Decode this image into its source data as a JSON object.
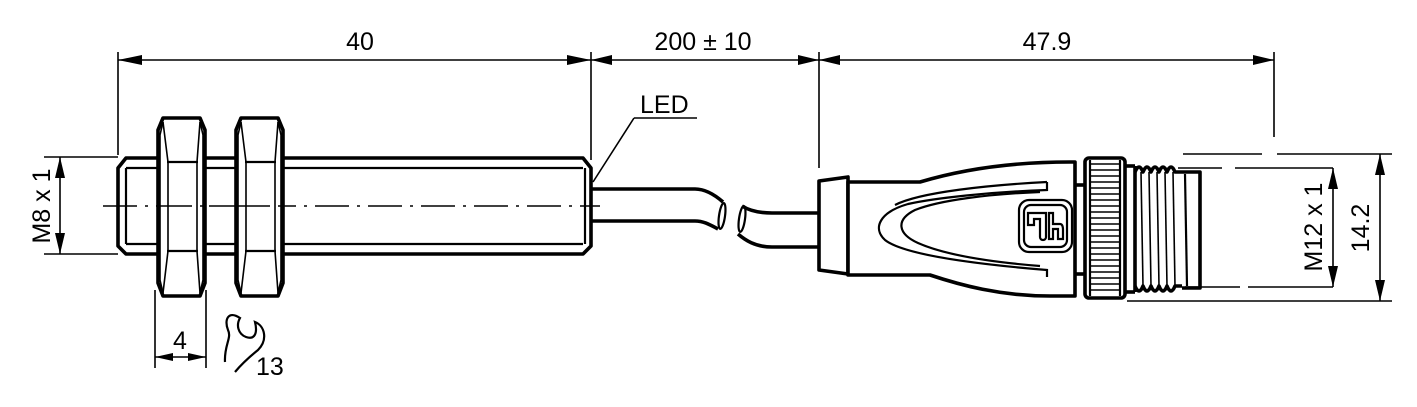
{
  "drawing": {
    "title": "Inductive sensor M8 with cable and M12 connector - dimensional drawing",
    "units": "mm",
    "colors": {
      "line": "#000000",
      "background": "#ffffff"
    }
  },
  "dimensions": {
    "sensor_length": "40",
    "cable_length": "200 ± 10",
    "connector_length": "47.9",
    "sensor_thread": "M8 x 1",
    "nut_thickness": "4",
    "wrench_size": "13",
    "connector_thread": "M12 x 1",
    "connector_diameter": "14.2"
  },
  "labels": {
    "led": "LED"
  },
  "icons": {
    "wrench": "wrench-icon",
    "logo": "manufacturer-logo-icon"
  }
}
